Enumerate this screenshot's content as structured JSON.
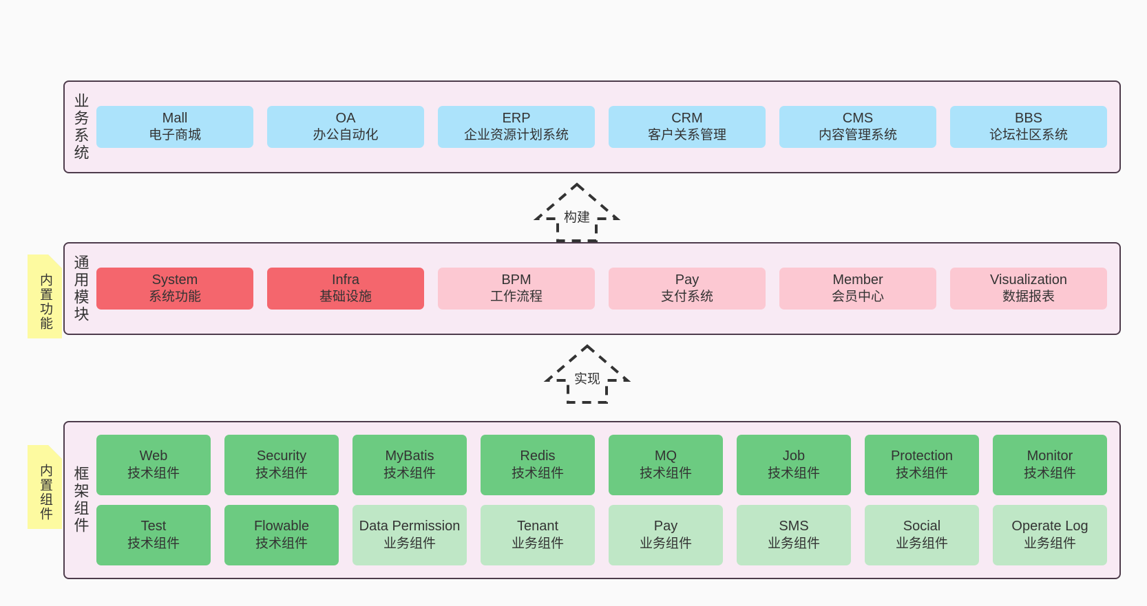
{
  "diagram": {
    "background_color": "#fafafa",
    "container_color": "#f8eaf4",
    "container_border_color": "#4d3b4b",
    "sticky_color": "#fdfaa0"
  },
  "layers": [
    {
      "id": "business-systems",
      "title": "业务系统",
      "sticky": null,
      "rows": [
        {
          "style": "blue",
          "color": "#ace3fb",
          "cards": [
            {
              "name": "Mall",
              "desc": "电子商城"
            },
            {
              "name": "OA",
              "desc": "办公自动化"
            },
            {
              "name": "ERP",
              "desc": "企业资源计划系统"
            },
            {
              "name": "CRM",
              "desc": "客户关系管理"
            },
            {
              "name": "CMS",
              "desc": "内容管理系统"
            },
            {
              "name": "BBS",
              "desc": "论坛社区系统"
            }
          ]
        }
      ]
    },
    {
      "id": "common-modules",
      "title": "通用模块",
      "sticky": "内置功能",
      "rows": [
        {
          "style": "mixed",
          "cards": [
            {
              "name": "System",
              "desc": "系统功能",
              "color": "#f4666d",
              "style": "red"
            },
            {
              "name": "Infra",
              "desc": "基础设施",
              "color": "#f4666d",
              "style": "red"
            },
            {
              "name": "BPM",
              "desc": "工作流程",
              "color": "#fcc8d2",
              "style": "pink"
            },
            {
              "name": "Pay",
              "desc": "支付系统",
              "color": "#fcc8d2",
              "style": "pink"
            },
            {
              "name": "Member",
              "desc": "会员中心",
              "color": "#fcc8d2",
              "style": "pink"
            },
            {
              "name": "Visualization",
              "desc": "数据报表",
              "color": "#fcc8d2",
              "style": "pink"
            }
          ]
        }
      ]
    },
    {
      "id": "framework-components",
      "title": "框架组件",
      "sticky": "内置组件",
      "rows": [
        {
          "style": "green",
          "color": "#6ccb81",
          "cards": [
            {
              "name": "Web",
              "desc": "技术组件"
            },
            {
              "name": "Security",
              "desc": "技术组件"
            },
            {
              "name": "MyBatis",
              "desc": "技术组件"
            },
            {
              "name": "Redis",
              "desc": "技术组件"
            },
            {
              "name": "MQ",
              "desc": "技术组件"
            },
            {
              "name": "Job",
              "desc": "技术组件"
            },
            {
              "name": "Protection",
              "desc": "技术组件"
            },
            {
              "name": "Monitor",
              "desc": "技术组件"
            }
          ]
        },
        {
          "style": "mixed-green",
          "cards": [
            {
              "name": "Test",
              "desc": "技术组件",
              "color": "#6ccb81",
              "style": "green"
            },
            {
              "name": "Flowable",
              "desc": "技术组件",
              "color": "#6ccb81",
              "style": "green"
            },
            {
              "name": "Data Permission",
              "desc": "业务组件",
              "color": "#bfe7c6",
              "style": "lightgreen"
            },
            {
              "name": "Tenant",
              "desc": "业务组件",
              "color": "#bfe7c6",
              "style": "lightgreen"
            },
            {
              "name": "Pay",
              "desc": "业务组件",
              "color": "#bfe7c6",
              "style": "lightgreen"
            },
            {
              "name": "SMS",
              "desc": "业务组件",
              "color": "#bfe7c6",
              "style": "lightgreen"
            },
            {
              "name": "Social",
              "desc": "业务组件",
              "color": "#bfe7c6",
              "style": "lightgreen"
            },
            {
              "name": "Operate Log",
              "desc": "业务组件",
              "color": "#bfe7c6",
              "style": "lightgreen"
            }
          ]
        }
      ]
    }
  ],
  "connectors": [
    {
      "id": "build",
      "label": "构建",
      "from": "common-modules",
      "to": "business-systems",
      "style": "dashed-hollow-arrow"
    },
    {
      "id": "implement",
      "label": "实现",
      "from": "framework-components",
      "to": "common-modules",
      "style": "dashed-hollow-arrow"
    }
  ]
}
